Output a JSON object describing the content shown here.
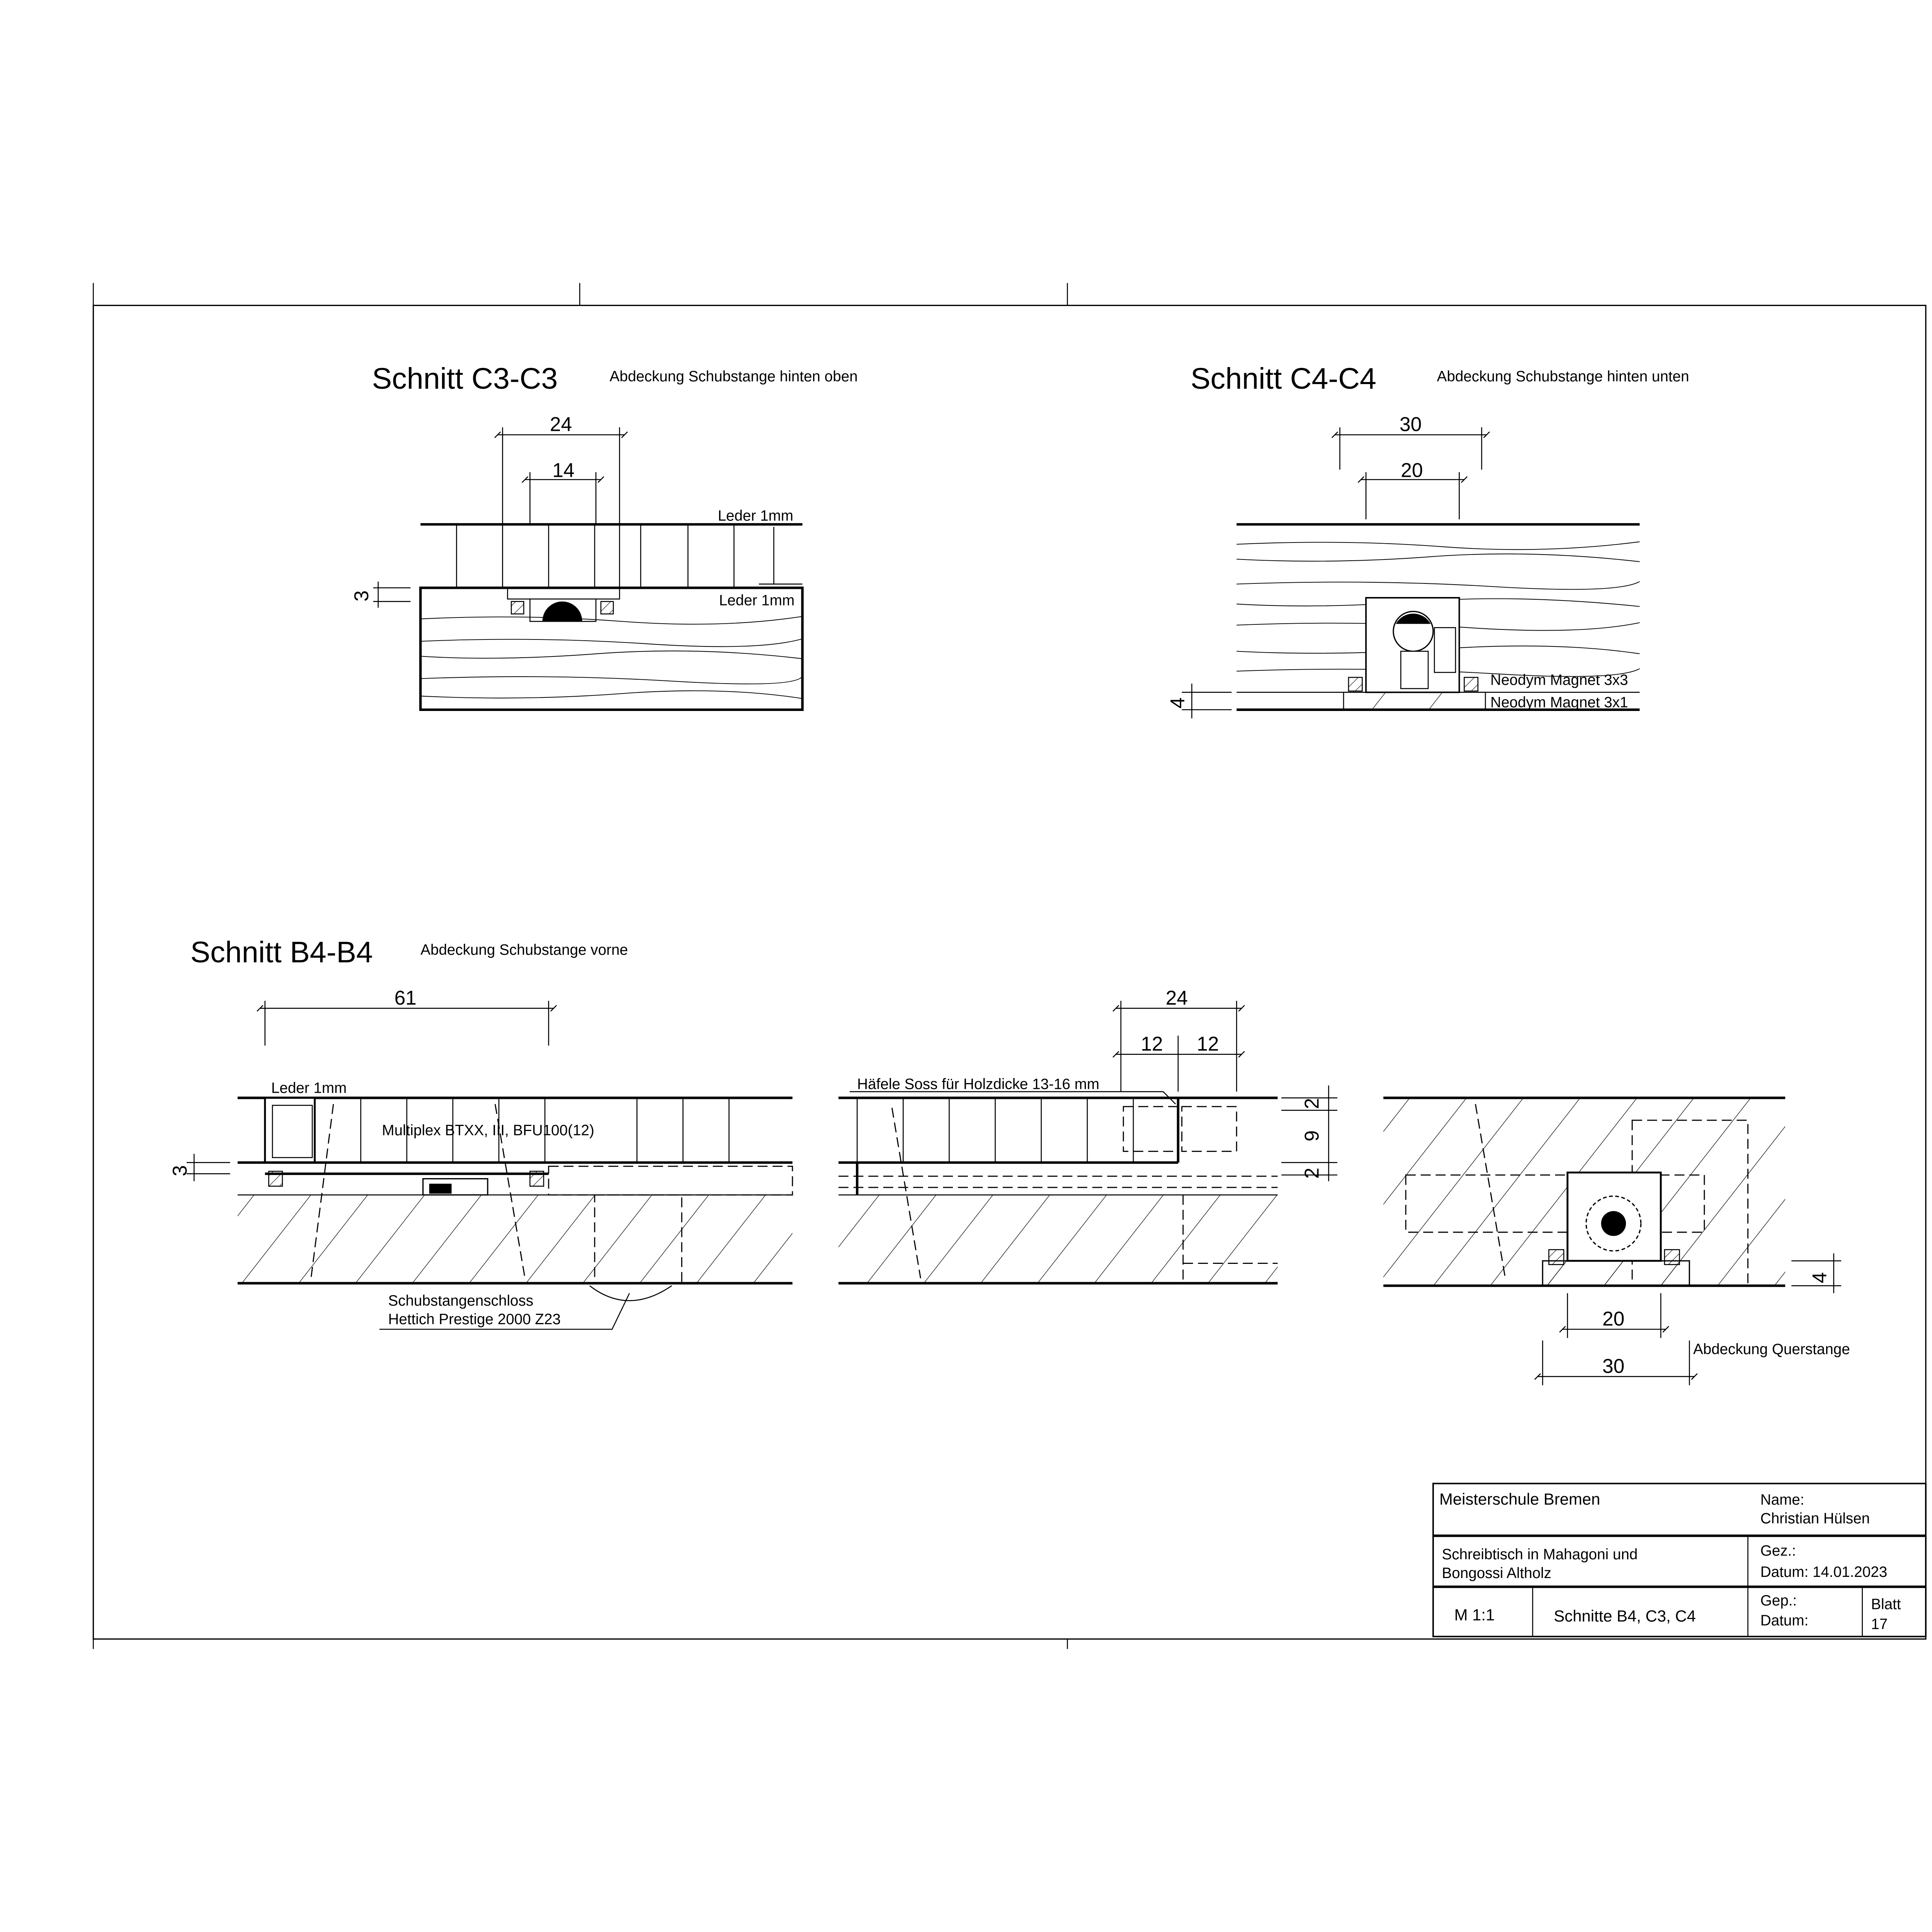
{
  "sections": {
    "c3": {
      "title": "Schnitt C3-C3",
      "subtitle": "Abdeckung Schubstange hinten oben",
      "dims": {
        "outer": "24",
        "inner": "14",
        "thickness": "3"
      },
      "labels": {
        "leder_top": "Leder 1mm",
        "leder_bottom": "Leder 1mm"
      }
    },
    "c4": {
      "title": "Schnitt C4-C4",
      "subtitle": "Abdeckung Schubstange hinten unten",
      "dims": {
        "outer": "30",
        "inner": "20",
        "thickness": "4"
      },
      "labels": {
        "magnet1": "Neodym Magnet 3x3",
        "magnet2": "Neodym Magnet 3x1"
      }
    },
    "b4": {
      "title": "Schnitt B4-B4",
      "subtitle": "Abdeckung Schubstange vorne",
      "part1": {
        "dims": {
          "width": "61",
          "thickness": "3"
        },
        "labels": {
          "leder": "Leder 1mm",
          "multiplex": "Multiplex BTXX, III, BFU100(12)",
          "lock1": "Schubstangenschloss",
          "lock2": "Hettich Prestige 2000 Z23"
        }
      },
      "part2": {
        "dims": {
          "total": "24",
          "left": "12",
          "right": "12",
          "v1": "2",
          "v2": "9",
          "v3": "2"
        },
        "labels": {
          "hinge": "Häfele Soss für Holzdicke 13-16 mm"
        }
      },
      "part3": {
        "dims": {
          "inner": "20",
          "outer": "30",
          "thickness": "4"
        },
        "labels": {
          "cover": "Abdeckung Querstange"
        }
      }
    }
  },
  "title_block": {
    "school": "Meisterschule Bremen",
    "name_label": "Name:",
    "name": "Christian Hülsen",
    "project_line1": "Schreibtisch in Mahagoni und",
    "project_line2": "Bongossi Altholz",
    "gez_label": "Gez.:",
    "gez_date": "Datum: 14.01.2023",
    "scale": "M 1:1",
    "sheet_title": "Schnitte B4, C3, C4",
    "gep_label": "Gep.:",
    "gep_date": "Datum:",
    "blatt_label": "Blatt",
    "blatt_number": "17"
  }
}
